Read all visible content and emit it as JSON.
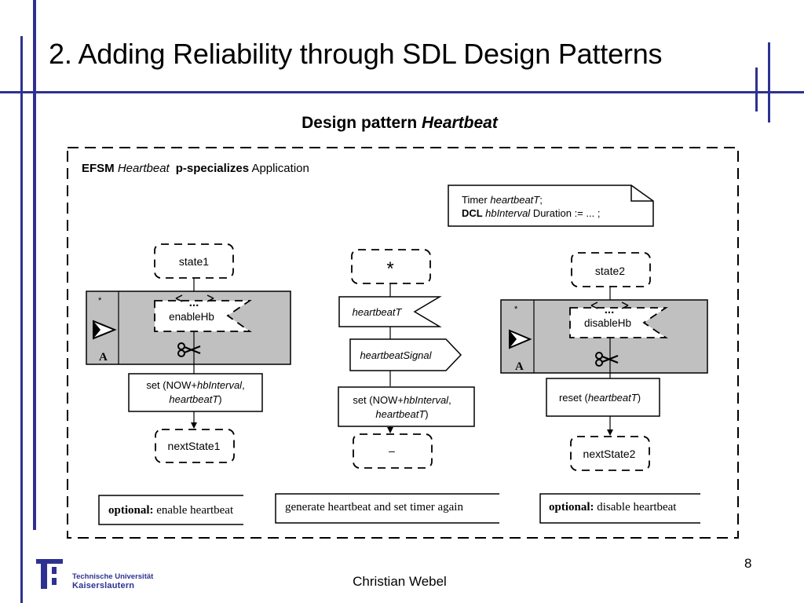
{
  "slide": {
    "title": "2. Adding Reliability through SDL Design Patterns",
    "heading_bold": "Design pattern ",
    "heading_italic": "Heartbeat",
    "page_number": "8",
    "author": "Christian Webel",
    "accent_color": "#2e3192"
  },
  "logo": {
    "line1": "Technische Universität",
    "line2": "Kaiserslautern"
  },
  "diagram": {
    "header": {
      "efsm": "EFSM ",
      "pattern_name": "Heartbeat",
      "specializes": "p-specializes",
      "application": " Application"
    },
    "declaration": {
      "line1_prefix": "Timer ",
      "line1_timer": "heartbeatT",
      "line1_suffix": ";",
      "line2_keyword": "DCL ",
      "line2_var": "hbInterval",
      "line2_rest": " Duration := ... ;"
    },
    "left": {
      "state": "state1",
      "star": "*",
      "signal_dots": "...",
      "signal": "enableHb",
      "label_a": "A",
      "set_line1_prefix": "set (NOW+",
      "set_line1_italic": "hbInterval",
      "set_line1_suffix": ",",
      "set_line2_italic": "heartbeatT",
      "set_line2_suffix": ")",
      "next_state": "nextState1",
      "note_bold": "optional:",
      "note_text": " enable heartbeat"
    },
    "middle": {
      "state": "*",
      "input_signal": "heartbeatT",
      "output_signal": "heartbeatSignal",
      "set_line1_prefix": "set (NOW+",
      "set_line1_italic": "hbInterval",
      "set_line1_suffix": ",",
      "set_line2_italic": "heartbeatT",
      "set_line2_suffix": ")",
      "next_state": "–",
      "note_text": "generate heartbeat and set timer again"
    },
    "right": {
      "state": "state2",
      "star": "*",
      "signal_dots": "...",
      "signal": "disableHb",
      "label_a": "A",
      "reset_prefix": "reset (",
      "reset_italic": "heartbeatT",
      "reset_suffix": ")",
      "next_state": "nextState2",
      "note_bold": "optional:",
      "note_text": " disable heartbeat"
    }
  }
}
